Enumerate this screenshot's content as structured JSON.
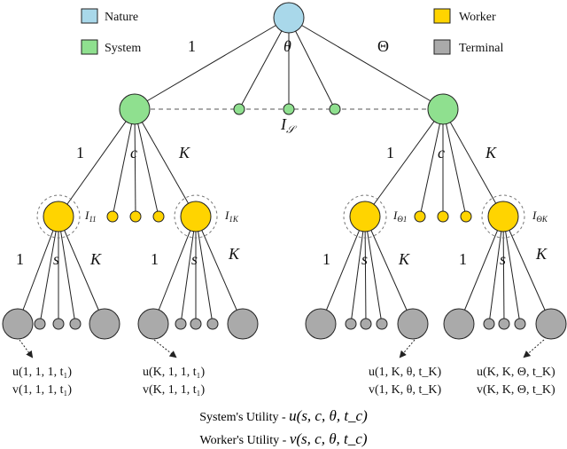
{
  "colors": {
    "nature": "#a9d8ea",
    "system": "#8fe08f",
    "worker": "#ffd400",
    "terminal": "#aaaaaa"
  },
  "legend": {
    "nature": "Nature",
    "system": "System",
    "worker": "Worker",
    "terminal": "Terminal"
  },
  "root_edges": {
    "left": "1",
    "mid": "θ",
    "right": "Θ"
  },
  "system_infoset": {
    "main": "I",
    "sub": "𝒮"
  },
  "system_edges": {
    "left": {
      "a": "1",
      "b": "c",
      "c": "K"
    },
    "right": {
      "a": "1",
      "b": "c",
      "c": "K"
    }
  },
  "worker_infosets": [
    {
      "main": "I",
      "sub": "11"
    },
    {
      "main": "I",
      "sub": "1K"
    },
    {
      "main": "I",
      "sub": "Θ1"
    },
    {
      "main": "I",
      "sub": "ΘK"
    }
  ],
  "worker_edges": [
    {
      "a": "1",
      "b": "s",
      "c": "K"
    },
    {
      "a": "1",
      "b": "s",
      "c": "K"
    },
    {
      "a": "1",
      "b": "s",
      "c": "K"
    },
    {
      "a": "1",
      "b": "s",
      "c": "K"
    }
  ],
  "utilities": [
    {
      "u": "u(1, 1, 1, t₁)",
      "v": "v(1, 1, 1, t₁)"
    },
    {
      "u": "u(K, 1, 1, t₁)",
      "v": "v(K, 1, 1, t₁)"
    },
    {
      "u": "u(1, K, θ, t_K)",
      "v": "v(1, K, θ, t_K)"
    },
    {
      "u": "u(K, K, Θ, t_K)",
      "v": "v(K, K, Θ, t_K)"
    }
  ],
  "footer": {
    "system_prefix": "System's Utility - ",
    "system_formula": "u(s, c, θ, t_c)",
    "worker_prefix": "Worker's Utility - ",
    "worker_formula": "v(s, c, θ, t_c)"
  }
}
